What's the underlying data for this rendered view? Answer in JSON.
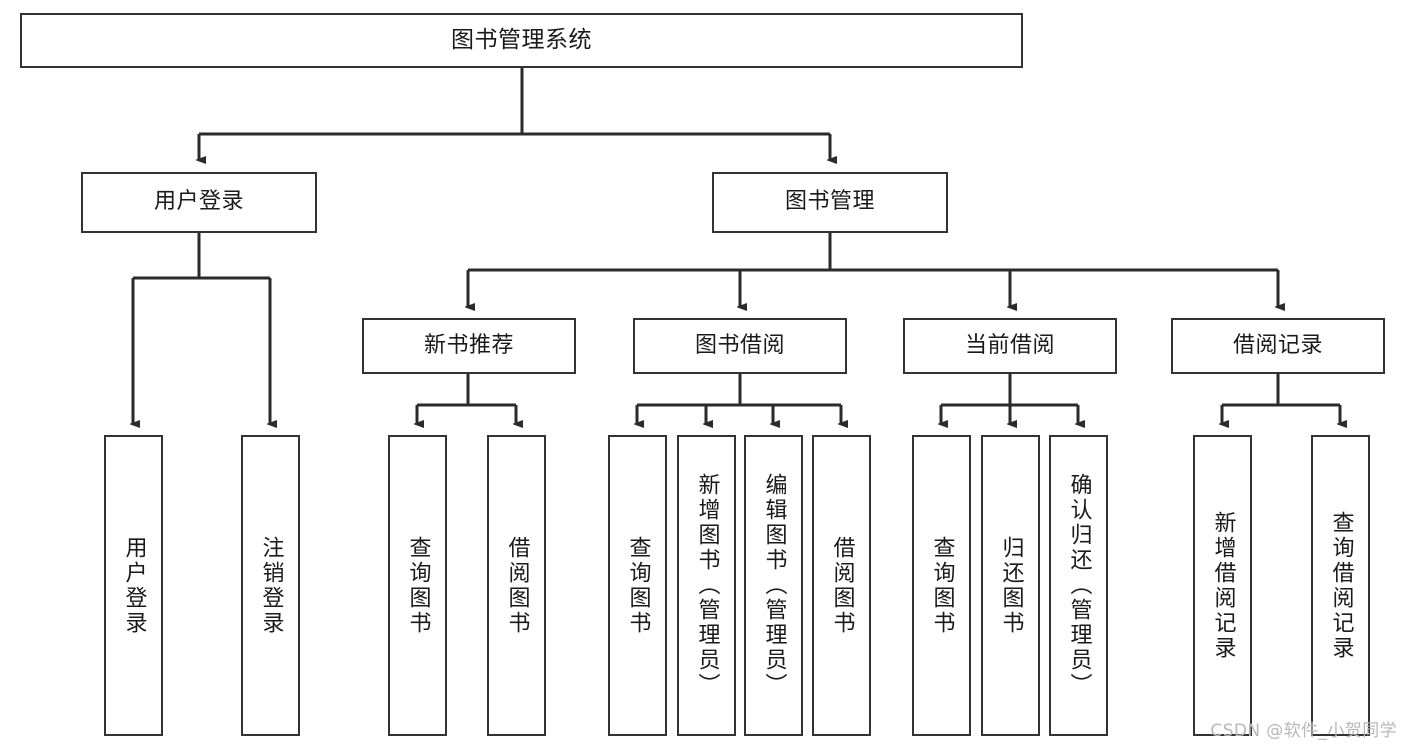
{
  "diagram": {
    "type": "tree",
    "title_node": {
      "label": "图书管理系统"
    },
    "branches": [
      {
        "label": "用户登录"
      },
      {
        "label": "图书管理"
      }
    ],
    "subbranches": [
      {
        "label": "新书推荐"
      },
      {
        "label": "图书借阅"
      },
      {
        "label": "当前借阅"
      },
      {
        "label": "借阅记录"
      }
    ],
    "leaves": {
      "user_login": [
        {
          "label": "用户登录"
        },
        {
          "label": "注销登录"
        }
      ],
      "new_book": [
        {
          "label": "查询图书"
        },
        {
          "label": "借阅图书"
        }
      ],
      "book_borrow": [
        {
          "label": "查询图书"
        },
        {
          "label": "新增图书（管理员）"
        },
        {
          "label": "编辑图书（管理员）"
        },
        {
          "label": "借阅图书"
        }
      ],
      "current_borrow": [
        {
          "label": "查询图书"
        },
        {
          "label": "归还图书"
        },
        {
          "label": "确认归还（管理员）"
        }
      ],
      "borrow_record": [
        {
          "label": "新增借阅记录"
        },
        {
          "label": "查询借阅记录"
        }
      ]
    }
  },
  "watermark": {
    "text": "CSDN @软件_小贺同学"
  },
  "colors": {
    "border": "#333333",
    "background": "#ffffff",
    "text": "#1a1a1a",
    "watermark": "#b8b8b8"
  }
}
